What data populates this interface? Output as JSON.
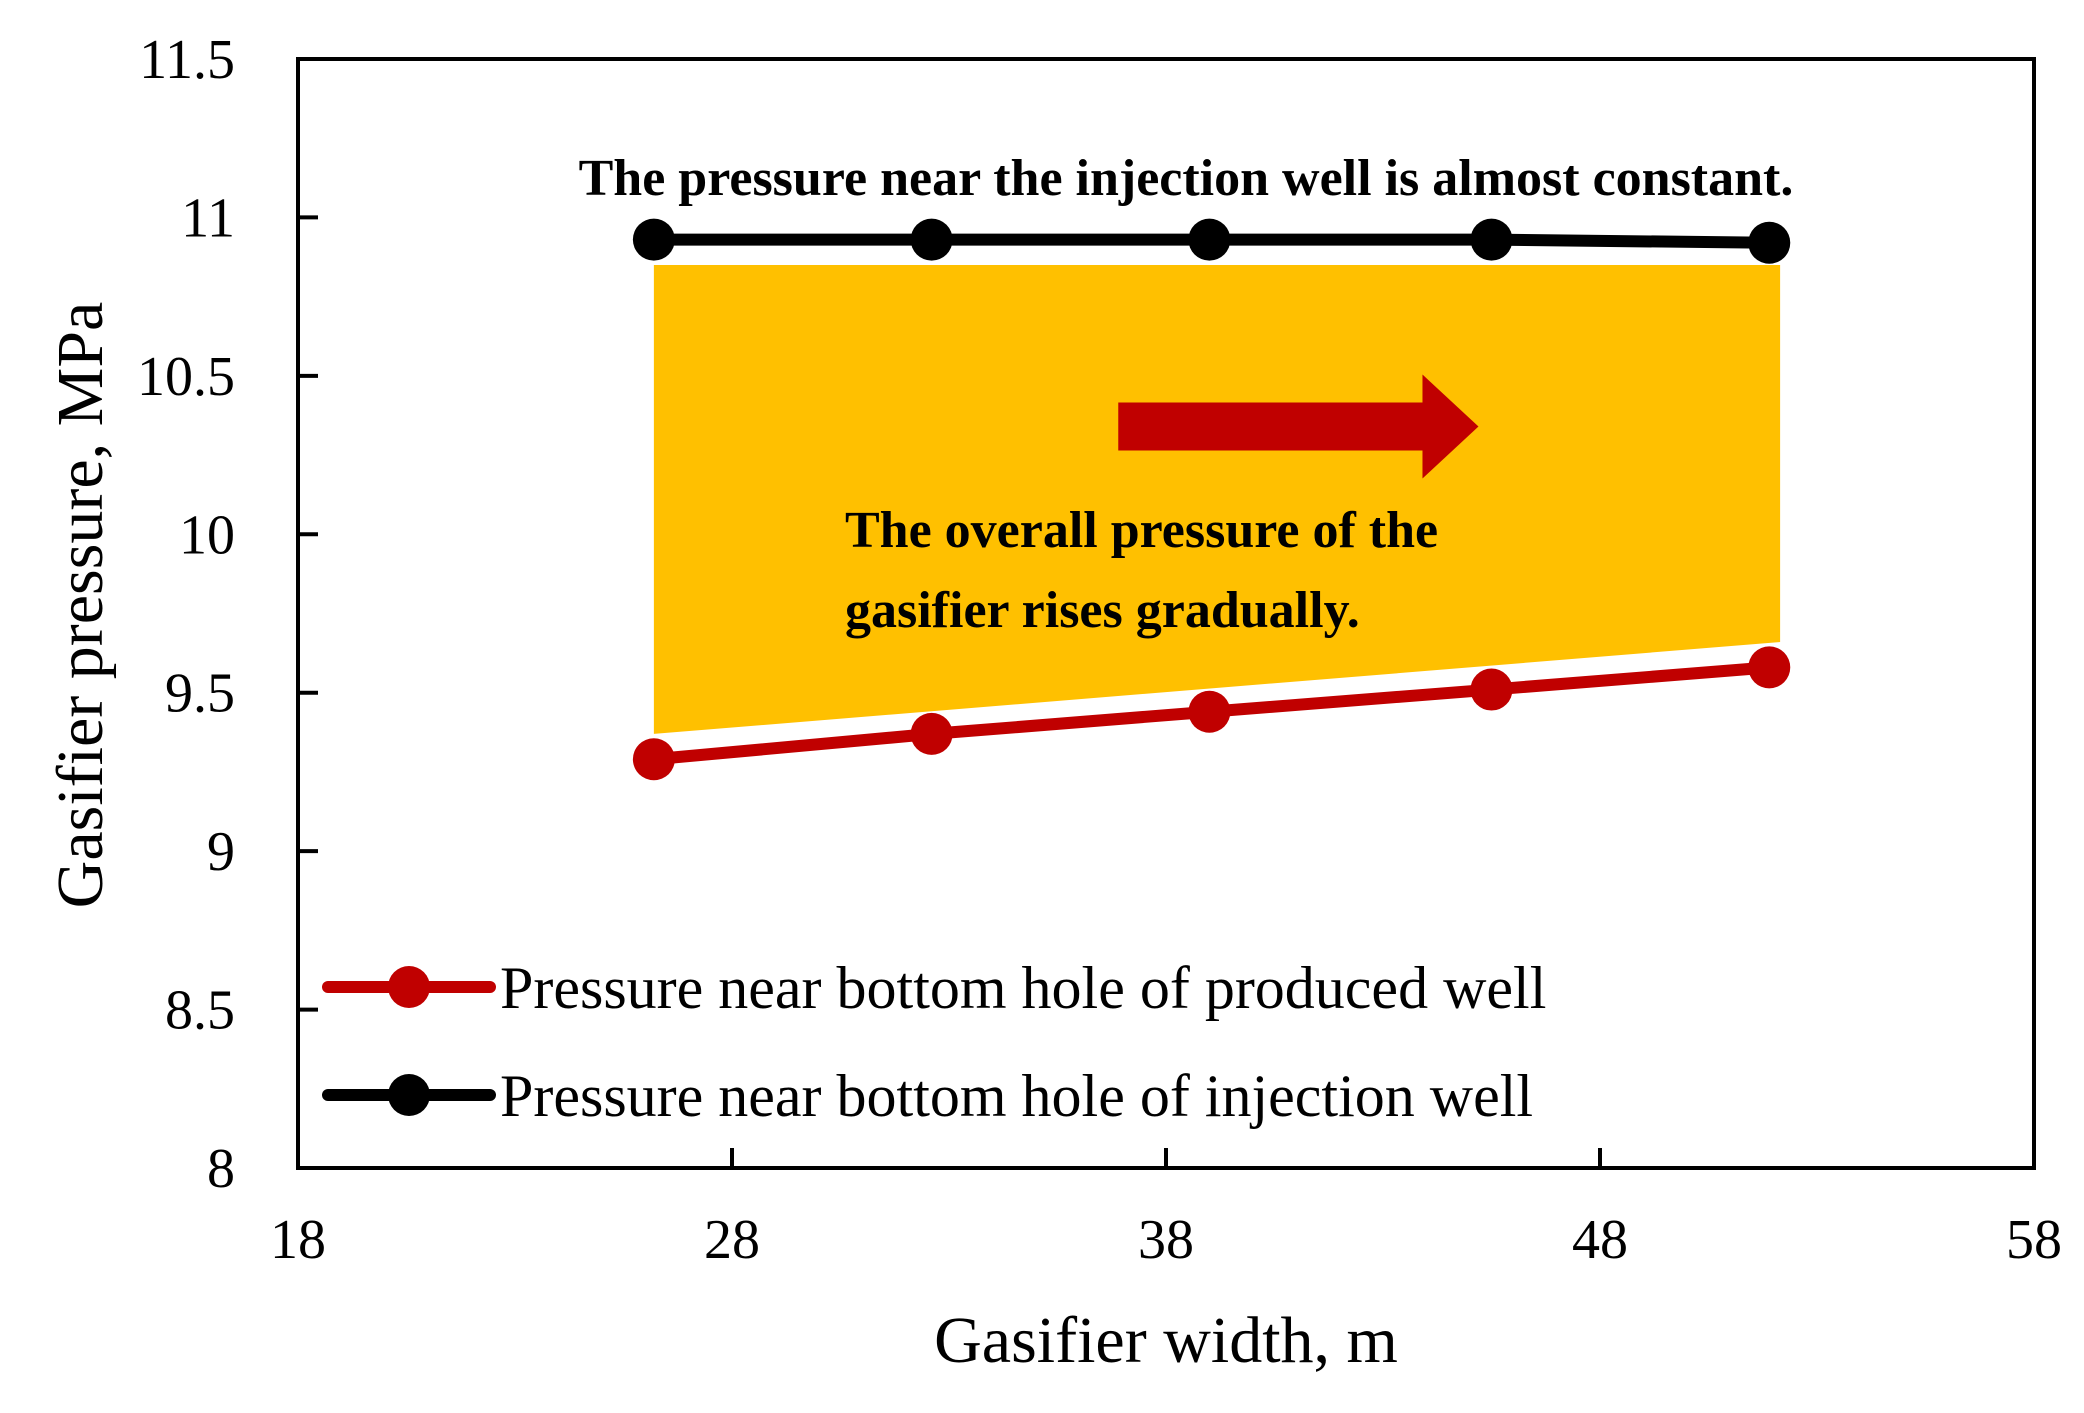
{
  "chart_data": {
    "type": "line",
    "xlabel": "Gasifier width, m",
    "ylabel": "Gasifier pressure, MPa",
    "xlim": [
      18,
      58
    ],
    "ylim": [
      8,
      11.5
    ],
    "x_ticks": [
      "18",
      "28",
      "38",
      "48",
      "58"
    ],
    "y_ticks": [
      "8",
      "8.5",
      "9",
      "9.5",
      "10",
      "10.5",
      "11",
      "11.5"
    ],
    "grid": false,
    "legend_position": "bottom-left",
    "series": [
      {
        "name": "Pressure near bottom hole of produced well",
        "color": "#c00000",
        "x": [
          26.2,
          32.6,
          39.0,
          45.5,
          51.9
        ],
        "y": [
          9.29,
          9.37,
          9.44,
          9.51,
          9.58
        ]
      },
      {
        "name": "Pressure near bottom hole of injection well",
        "color": "#000000",
        "x": [
          26.2,
          32.6,
          39.0,
          45.5,
          51.9
        ],
        "y": [
          10.93,
          10.93,
          10.93,
          10.93,
          10.92
        ]
      }
    ],
    "annotations": {
      "top": "The pressure near the injection well is almost constant.",
      "middle_line1": "The overall pressure of the",
      "middle_line2": "gasifier rises gradually.",
      "band_color": "#ffc000",
      "arrow_color": "#c00000"
    }
  }
}
